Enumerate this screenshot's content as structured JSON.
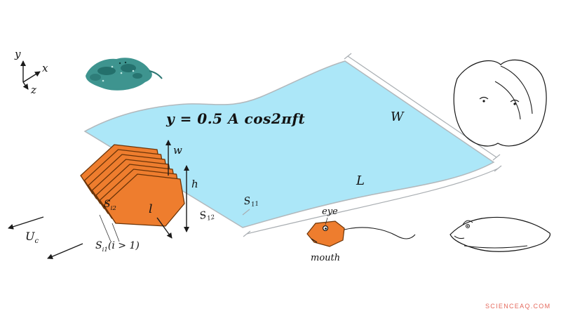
{
  "figure": {
    "labels": {
      "axis_x": "x",
      "axis_y": "y",
      "axis_z": "z",
      "equation": "y = 0.5 A cos2πft",
      "w": "w",
      "h": "h",
      "l": "l",
      "W": "W",
      "L": "L",
      "s_i2": {
        "base": "S",
        "sub": "i2"
      },
      "s_i1": {
        "base": "S",
        "sub": "i1",
        "suffix": "(i > 1)"
      },
      "s_12": {
        "base": "S",
        "sub": "12"
      },
      "s_11": {
        "base": "S",
        "sub": "11"
      },
      "u_c": {
        "base": "U",
        "sub": "c"
      },
      "eye": "eye",
      "mouth": "mouth",
      "watermark": "SCIENCEAQ.COM"
    },
    "colors": {
      "body_fill": "#ace7f8",
      "body_stroke": "#b2b8bc",
      "plate_fill": "#ee7d2e",
      "plate_stroke": "#6b3408",
      "ink": "#1a1a1a",
      "dimension_line": "#a9aeb2",
      "ray_photo": "#3e948f",
      "watermark": "#e2584a"
    }
  }
}
